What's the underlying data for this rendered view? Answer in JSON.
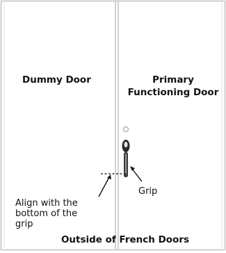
{
  "labels": {
    "dummy_door": "Dummy Door",
    "primary_door_line1": "Primary",
    "primary_door_line2": "Functioning Door",
    "grip": "Grip",
    "align_line1": "Align with the",
    "align_line2": "bottom of the",
    "align_line3": "grip",
    "caption": "Outside of French Doors"
  },
  "colors": {
    "door_outline": "#cfcfcf",
    "handle_dark": "#2a2a2a",
    "handle_light": "#e8e8e8"
  }
}
